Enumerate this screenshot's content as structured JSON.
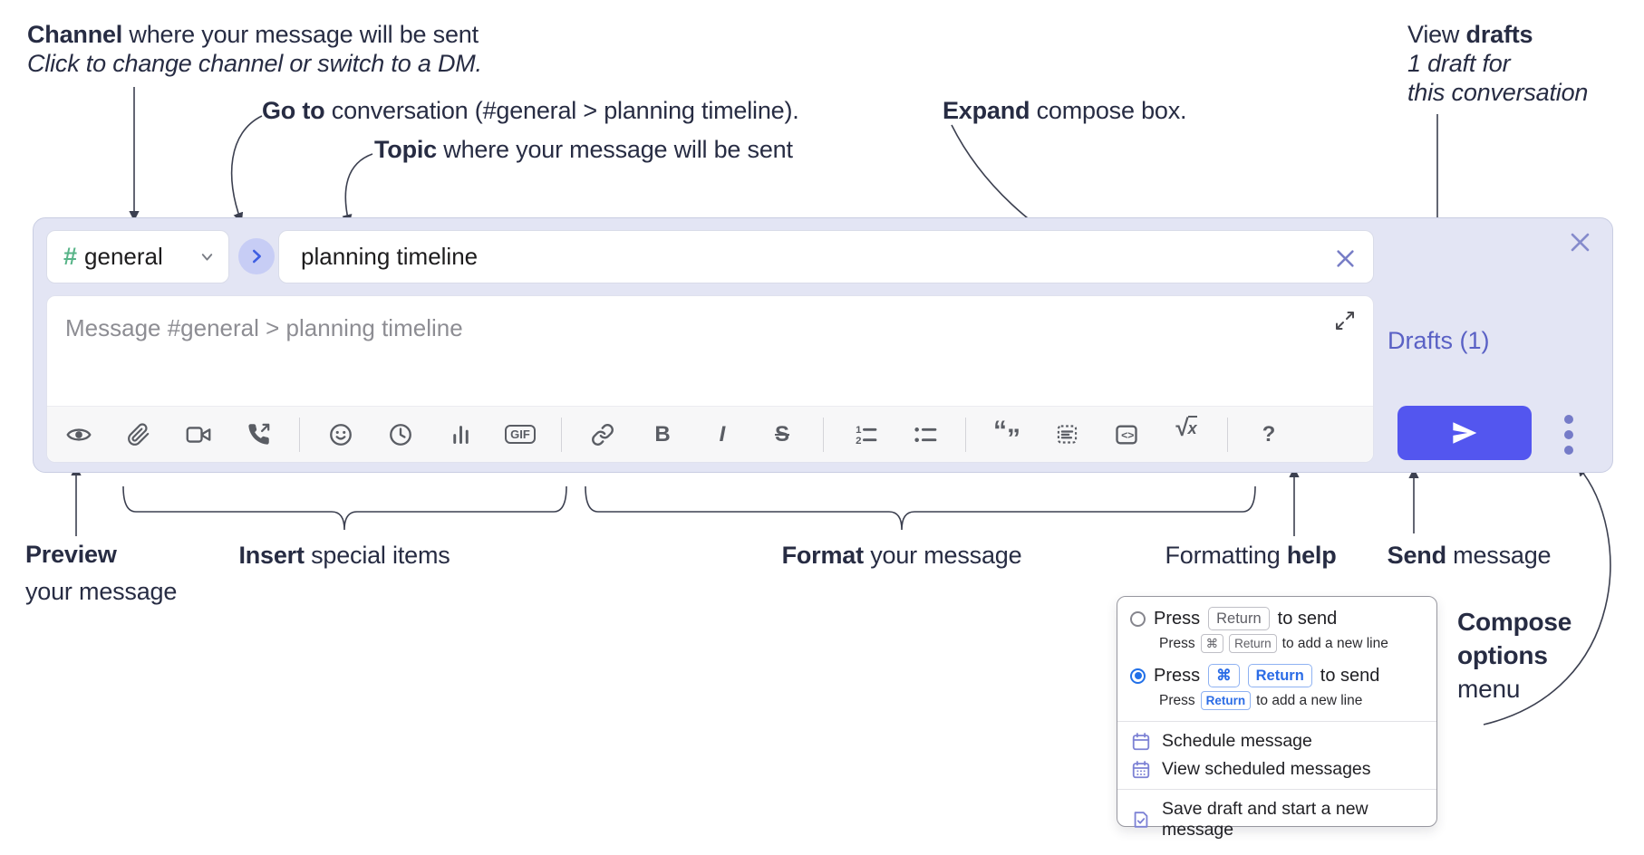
{
  "colors": {
    "accent_send": "#5356ef",
    "composer_bg": "#e3e5f4",
    "drafts_link": "#5a61c5",
    "channel_hash_green": "#58b488",
    "key_blue": "#2b6ce6",
    "annotation_text": "#272c43",
    "toolbar_icon": "#5a5d64",
    "menu_icon_purple": "#7d82d5"
  },
  "annotations": {
    "channel": {
      "bold": "Channel",
      "rest": " where your message will be sent",
      "line2": "Click to change channel or switch to a DM."
    },
    "go_to": {
      "bold": "Go to",
      "rest": " conversation (#general > planning timeline)."
    },
    "topic": {
      "bold": "Topic",
      "rest": " where your message will be sent"
    },
    "expand": {
      "bold": "Expand",
      "rest": " compose box."
    },
    "view_drafts": {
      "line1_pre": "View ",
      "line1_bold": "drafts",
      "line2": "1 draft for",
      "line3": "this conversation"
    },
    "preview": {
      "bold": "Preview",
      "line2": "your message"
    },
    "insert": {
      "bold": "Insert",
      "rest": " special items"
    },
    "format": {
      "bold": "Format",
      "rest": " your message"
    },
    "formatting_help": {
      "pre": "Formatting ",
      "bold": "help"
    },
    "send": {
      "bold": "Send",
      "rest": " message"
    },
    "compose_options": {
      "line1": "Compose",
      "line2": "options",
      "line3": "menu"
    }
  },
  "composer": {
    "channel": {
      "hash": "#",
      "name": "general"
    },
    "topic_value": "planning timeline",
    "message_placeholder": "Message #general > planning timeline",
    "drafts_link": "Drafts (1)",
    "toolbar_glyphs": {
      "bold": "B",
      "italic": "I",
      "strike": "S",
      "gif": "GIF",
      "code": "<>",
      "sqrt_radical": "√",
      "sqrt_var": "x",
      "help": "?",
      "ol1": "1",
      "ol2": "2",
      "quote_open": "“",
      "quote_close": "”"
    },
    "toolbar_icon_names": [
      "preview-eye",
      "attach-paperclip",
      "video-camera",
      "phone-call",
      "emoji-smiley",
      "schedule-clock",
      "poll-bar-chart",
      "gif",
      "link",
      "bold",
      "italic",
      "strikethrough",
      "ordered-list",
      "bulleted-list",
      "blockquote",
      "code-block",
      "inline-code",
      "formula-sqrt",
      "formatting-help"
    ]
  },
  "menu": {
    "keys": {
      "cmd": "⌘",
      "return": "Return"
    },
    "options": [
      {
        "selected": false,
        "main_pre": "Press",
        "main_key": "Return",
        "main_post": "to send",
        "sub_pre": "Press",
        "sub_keys": [
          "⌘",
          "Return"
        ],
        "sub_post": "to add a new line"
      },
      {
        "selected": true,
        "main_pre": "Press",
        "main_keys": [
          "⌘",
          "Return"
        ],
        "main_post": "to send",
        "sub_pre": "Press",
        "sub_key": "Return",
        "sub_post": "to add a new line"
      }
    ],
    "items": [
      {
        "label": "Schedule message"
      },
      {
        "label": "View scheduled messages"
      },
      {
        "label": "Save draft and start a new message"
      }
    ]
  }
}
